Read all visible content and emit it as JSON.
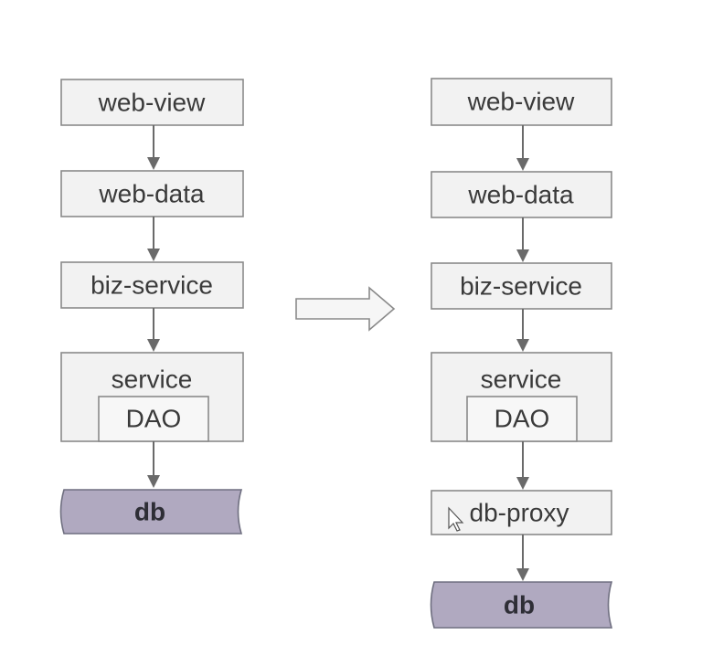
{
  "diagram": {
    "left_stack": {
      "web_view": "web-view",
      "web_data": "web-data",
      "biz_service": "biz-service",
      "service": "service",
      "dao": "DAO",
      "db": "db"
    },
    "right_stack": {
      "web_view": "web-view",
      "web_data": "web-data",
      "biz_service": "biz-service",
      "service": "service",
      "dao": "DAO",
      "db_proxy": "db-proxy",
      "db": "db"
    },
    "transition_arrow": "right-arrow-icon",
    "colors": {
      "box_fill": "#f2f2f2",
      "box_border": "#8a8a8a",
      "db_fill": "#b0a9c0",
      "connector": "#6a6a6a"
    }
  }
}
